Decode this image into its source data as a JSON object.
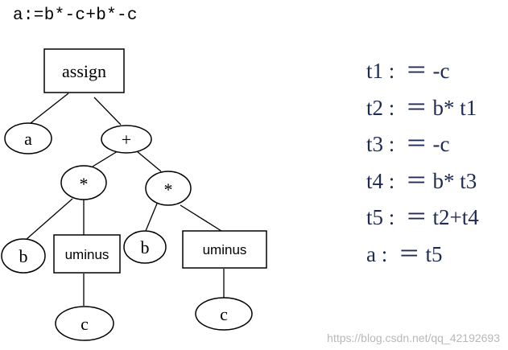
{
  "expression": "a:=b*-c+b*-c",
  "tree": {
    "assign": "assign",
    "a": "a",
    "plus": "+",
    "star_left": "*",
    "star_right": "*",
    "b_left": "b",
    "uminus_left": "uminus",
    "c_left": "c",
    "b_right": "b",
    "uminus_right": "uminus",
    "c_right": "c"
  },
  "code": [
    "t1 :  ＝ -c",
    "t2 :  ＝ b* t1",
    "t3 :  ＝ -c",
    "t4 :  ＝ b* t3",
    "t5 :  ＝ t2+t4",
    "a :  ＝ t5"
  ],
  "watermark": "https://blog.csdn.net/qq_42192693"
}
